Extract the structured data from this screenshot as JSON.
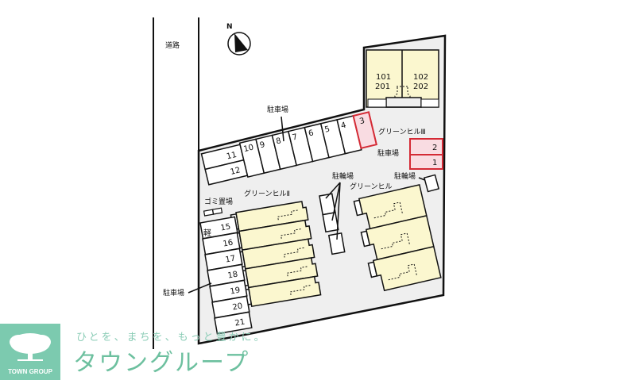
{
  "map": {
    "road_label": "道路",
    "north_label": "N",
    "parking_label_top": "駐車場",
    "parking_label_right": "駐車場",
    "parking_label_left": "駐車場",
    "bike_label_center": "駐輪場",
    "bike_label_right": "駐輪場",
    "trash_label": "ゴミ置場",
    "building_1_name": "グリーンヒル",
    "building_2_name": "グリーンヒルⅡ",
    "building_3_name": "グリーンヒルⅢ",
    "building_3_rooms": [
      "101",
      "201",
      "102",
      "202"
    ],
    "kei_label": "軽",
    "stalls_top_stack": [
      "11",
      "12"
    ],
    "stalls_top_row": [
      "10",
      "9",
      "8",
      "7",
      "6",
      "5",
      "4"
    ],
    "stall_highlight_top": "3",
    "stalls_right": [
      "2",
      "1"
    ],
    "stalls_left": [
      "15",
      "16",
      "17",
      "18",
      "19",
      "20",
      "21"
    ],
    "colors": {
      "highlight": "#d42a35",
      "highlight_fill": "#f9dce2",
      "building": "#fbf7cf",
      "site": "#efefef"
    }
  },
  "brand": {
    "logo_text": "TOWN GROUP",
    "slogan": "ひとを、まちを、もっと豊かに。",
    "name": "タウングループ"
  }
}
